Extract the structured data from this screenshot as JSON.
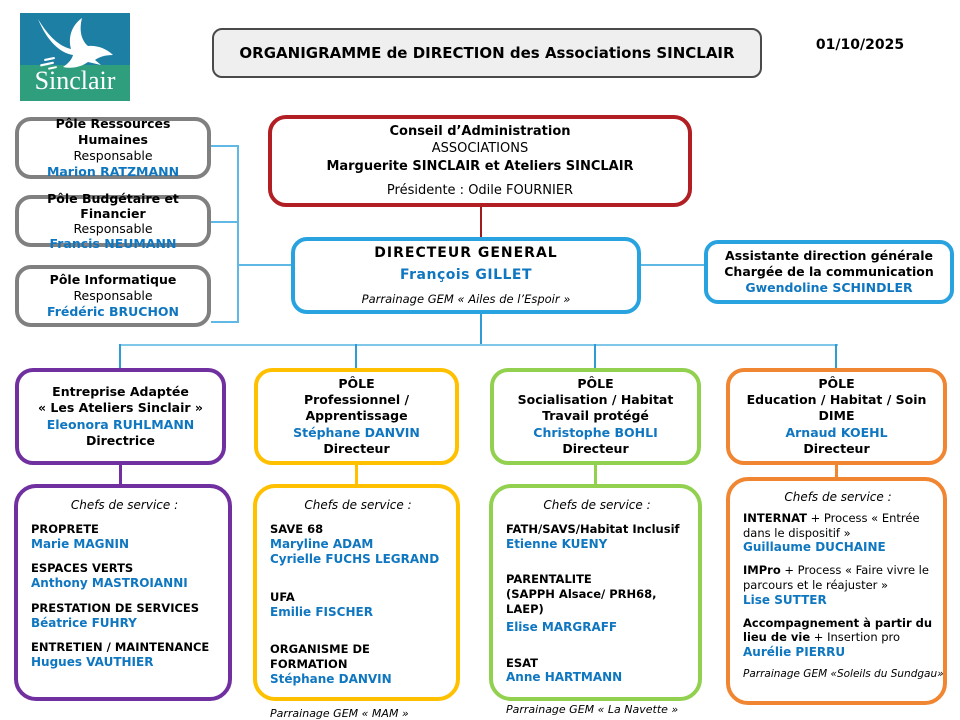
{
  "date": "01/10/2025",
  "title": "ORGANIGRAMME de DIRECTION des Associations SINCLAIR",
  "logo": {
    "text": "Sinclair"
  },
  "colors": {
    "accent_blue": "#29a3e0",
    "red": "#b11f24",
    "gray": "#808080",
    "purple": "#7030a0",
    "yellow": "#ffc000",
    "green": "#92d050",
    "orange": "#f08632",
    "name_blue": "#0f76c0",
    "connector_blue": "#5fb9e4",
    "connector_red": "#9e1b1e",
    "logo_teal": "#1d7fa3",
    "logo_green": "#2f9e7d"
  },
  "left_poles": [
    {
      "title": "Pôle Ressources Humaines",
      "role": "Responsable",
      "name": "Marion RATZMANN"
    },
    {
      "title": "Pôle Budgétaire et Financier",
      "role": "Responsable",
      "name": "Francis NEUMANN"
    },
    {
      "title": "Pôle Informatique",
      "role": "Responsable",
      "name": "Frédéric BRUCHON"
    }
  ],
  "board": {
    "line1": "Conseil d’Administration",
    "line2": "ASSOCIATIONS",
    "line3": "Marguerite SINCLAIR et Ateliers SINCLAIR",
    "line4": "Présidente : Odile FOURNIER"
  },
  "director": {
    "title": "DIRECTEUR GENERAL",
    "name": "François GILLET",
    "note": "Parrainage GEM « Ailes de l’Espoir »"
  },
  "assistant": {
    "line1": "Assistante direction générale",
    "line2": "Chargée de la communication",
    "name": "Gwendoline SCHINDLER"
  },
  "chefs_heading": "Chefs de service :",
  "poles": [
    {
      "title_lines": [
        "Entreprise Adaptée",
        "« Les Ateliers Sinclair »"
      ],
      "name": "Eleonora RUHLMANN",
      "role": "Directrice",
      "services": [
        {
          "label": "PROPRETE",
          "names": [
            "Marie MAGNIN"
          ]
        },
        {
          "label": "ESPACES VERTS",
          "names": [
            "Anthony MASTROIANNI"
          ]
        },
        {
          "label": "PRESTATION DE SERVICES",
          "names": [
            "Béatrice FUHRY"
          ]
        },
        {
          "label": "ENTRETIEN / MAINTENANCE",
          "names": [
            "Hugues VAUTHIER"
          ]
        }
      ],
      "footer": ""
    },
    {
      "title_lines": [
        "PÔLE",
        "Professionnel /",
        "Apprentissage"
      ],
      "name": "Stéphane DANVIN",
      "role": "Directeur",
      "services": [
        {
          "label": "SAVE 68",
          "names": [
            "Maryline ADAM",
            "Cyrielle FUCHS LEGRAND"
          ]
        },
        {
          "label": "UFA",
          "names": [
            "Emilie FISCHER"
          ]
        },
        {
          "label": "ORGANISME DE FORMATION",
          "names": [
            "Stéphane DANVIN"
          ]
        }
      ],
      "footer": "Parrainage GEM « MAM »"
    },
    {
      "title_lines": [
        "PÔLE",
        "Socialisation / Habitat",
        "Travail protégé"
      ],
      "name": "Christophe BOHLI",
      "role": "Directeur",
      "services": [
        {
          "label": "FATH/SAVS/Habitat Inclusif",
          "names": [
            "Etienne KUENY"
          ]
        },
        {
          "label": "PARENTALITE\n(SAPPH Alsace/ PRH68, LAEP)",
          "names": [
            "Elise MARGRAFF"
          ]
        },
        {
          "label": "ESAT",
          "names": [
            "Anne HARTMANN"
          ]
        }
      ],
      "footer": "Parrainage GEM « La Navette »"
    },
    {
      "title_lines": [
        "PÔLE",
        "Education / Habitat / Soin",
        "DIME"
      ],
      "name": "Arnaud KOEHL",
      "role": "Directeur",
      "services": [
        {
          "label": "INTERNAT",
          "rest": " + Process « Entrée dans le dispositif »",
          "names": [
            "Guillaume DUCHAINE"
          ]
        },
        {
          "label": "IMPro",
          "rest": " + Process « Faire vivre le parcours et le réajuster »",
          "names": [
            "Lise SUTTER"
          ]
        },
        {
          "label": "Accompagnement à partir du lieu de vie",
          "rest": " + Insertion pro",
          "names": [
            "Aurélie PIERRU"
          ]
        }
      ],
      "footer": "Parrainage GEM «Soleils du Sundgau»"
    }
  ]
}
